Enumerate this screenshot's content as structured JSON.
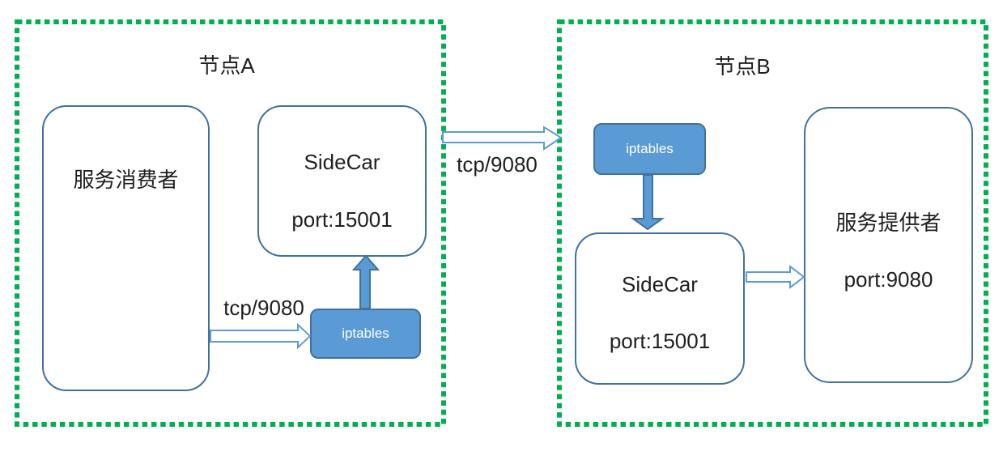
{
  "diagram": {
    "node_a": {
      "title": "节点A",
      "consumer": {
        "label": "服务消费者"
      },
      "sidecar": {
        "name": "SideCar",
        "port": "port:15001"
      },
      "iptables": {
        "label": "iptables"
      },
      "flow_label": "tcp/9080"
    },
    "internode": {
      "flow_label": "tcp/9080"
    },
    "node_b": {
      "title": "节点B",
      "iptables": {
        "label": "iptables"
      },
      "sidecar": {
        "name": "SideCar",
        "port": "port:15001"
      },
      "provider": {
        "name": "服务提供者",
        "port": "port:9080"
      }
    },
    "colors": {
      "node_border_green": "#00B050",
      "shape_fill_blue": "#5B9BD5",
      "shape_border_blue": "#41719C",
      "hollow_arrow_outline": "#5B9BD5",
      "text": "#1f1f1f"
    }
  }
}
